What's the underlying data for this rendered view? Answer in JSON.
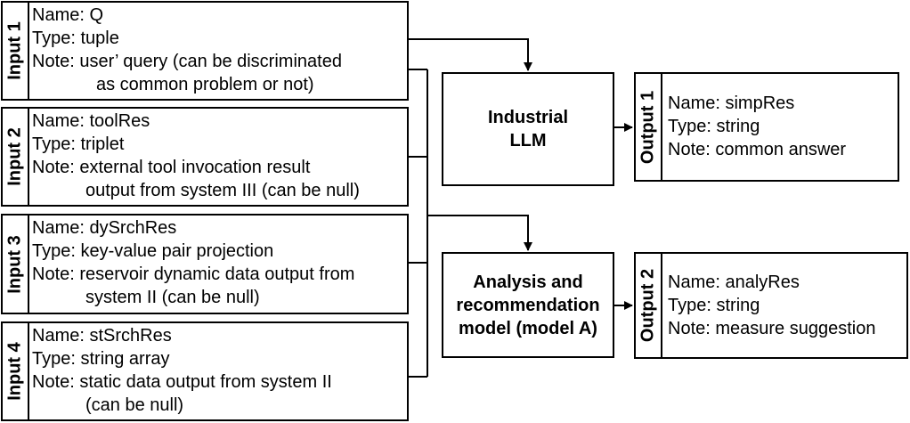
{
  "inputs": [
    {
      "tab": "Input 1",
      "name": "Name: Q",
      "type": "Type: tuple",
      "note": "Note: user’ query (can be discriminated",
      "note_cont": "as common problem or not)"
    },
    {
      "tab": "Input 2",
      "name": "Name: toolRes",
      "type": "Type: triplet",
      "note": "Note: external tool invocation result",
      "note_cont": "output from system III (can be null)"
    },
    {
      "tab": "Input 3",
      "name": "Name: dySrchRes",
      "type": "Type: key-value pair projection",
      "note": "Note: reservoir dynamic data output from",
      "note_cont": "system II (can be null)"
    },
    {
      "tab": "Input 4",
      "name": "Name: stSrchRes",
      "type": "Type: string array",
      "note": "Note: static data output from system II",
      "note_cont": "(can be null)"
    }
  ],
  "models": [
    {
      "line1": "Industrial",
      "line2": "LLM"
    },
    {
      "line1": "Analysis and",
      "line2": "recommendation",
      "line3": "model (model A)"
    }
  ],
  "outputs": [
    {
      "tab": "Output 1",
      "name": "Name: simpRes",
      "type": "Type: string",
      "note": "Note: common answer"
    },
    {
      "tab": "Output 2",
      "name": "Name: analyRes",
      "type": "Type: string",
      "note": "Note: measure suggestion"
    }
  ]
}
